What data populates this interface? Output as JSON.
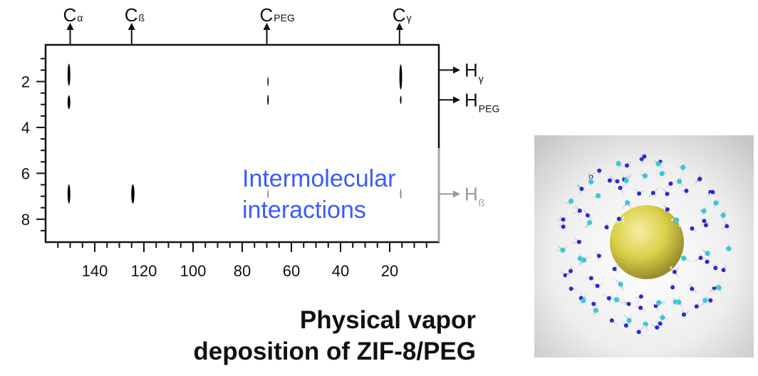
{
  "chart_data": {
    "type": "scatter",
    "title": "",
    "xlabel": "",
    "ylabel": "",
    "xlim": [
      160,
      0
    ],
    "ylim": [
      9,
      0.4
    ],
    "x_ticks": [
      140,
      120,
      100,
      80,
      60,
      40,
      20
    ],
    "y_ticks": [
      2,
      4,
      6,
      8
    ],
    "grid": false,
    "top_labels": [
      {
        "base": "C",
        "sub": "α",
        "x": 150
      },
      {
        "base": "C",
        "sub": "ß",
        "x": 125
      },
      {
        "base": "C",
        "sub": "PEG",
        "x": 70
      },
      {
        "base": "C",
        "sub": "γ",
        "x": 16
      }
    ],
    "right_labels": [
      {
        "base": "H",
        "sub": "γ",
        "y": 1.5,
        "color": "#111111"
      },
      {
        "base": "H",
        "sub": "PEG",
        "y": 2.8,
        "color": "#111111"
      },
      {
        "base": "H",
        "sub": "ß",
        "y": 6.9,
        "color": "#999999"
      }
    ],
    "annotation": {
      "lines": [
        "Intermolecular",
        "interactions"
      ],
      "color": "#3b5bff"
    },
    "peaks": [
      {
        "x": 150.5,
        "y": 1.7,
        "dx": 1.1,
        "dy": 0.48,
        "intensity": 1
      },
      {
        "x": 150.5,
        "y": 2.9,
        "dx": 1.1,
        "dy": 0.3,
        "intensity": 1
      },
      {
        "x": 150.5,
        "y": 6.9,
        "dx": 1.1,
        "dy": 0.42,
        "intensity": 1
      },
      {
        "x": 124.5,
        "y": 6.9,
        "dx": 1.3,
        "dy": 0.42,
        "intensity": 1
      },
      {
        "x": 69.5,
        "y": 2.0,
        "dx": 0.5,
        "dy": 0.2,
        "intensity": 0.9
      },
      {
        "x": 69.5,
        "y": 2.8,
        "dx": 0.6,
        "dy": 0.22,
        "intensity": 1
      },
      {
        "x": 69.5,
        "y": 6.9,
        "dx": 0.5,
        "dy": 0.2,
        "intensity": 0.3
      },
      {
        "x": 15.5,
        "y": 1.8,
        "dx": 1.1,
        "dy": 0.55,
        "intensity": 1
      },
      {
        "x": 15.5,
        "y": 2.8,
        "dx": 0.6,
        "dy": 0.18,
        "intensity": 1
      },
      {
        "x": 15.5,
        "y": 6.9,
        "dx": 0.6,
        "dy": 0.22,
        "intensity": 0.3
      }
    ]
  },
  "caption": {
    "line1": "Physical vapor",
    "line2": "deposition of ZIF-8/PEG"
  },
  "colors": {
    "accent": "#3b5bff",
    "model_core": "#d8cc3a",
    "model_linker": "#2a2ad0",
    "model_zinc": "#39c8d8"
  }
}
